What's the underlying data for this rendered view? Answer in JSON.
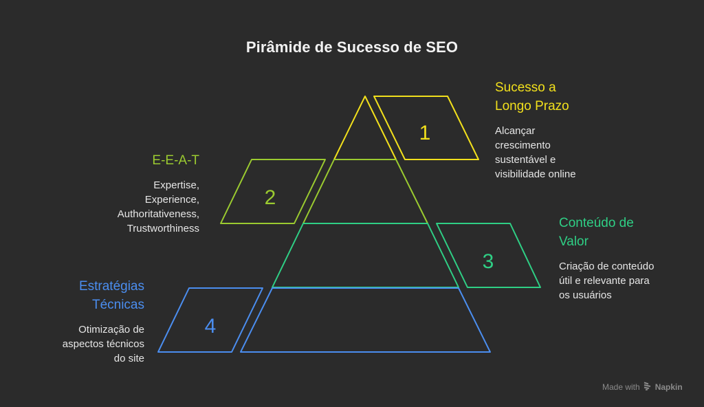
{
  "title": "Pirâmide de Sucesso de SEO",
  "colors": {
    "background": "#2b2b2b",
    "level1": "#f2e01c",
    "level2": "#9bcb30",
    "level3": "#2fcf85",
    "level4": "#4b8ef0"
  },
  "levels": [
    {
      "number": "1",
      "heading": "Sucesso a Longo Prazo",
      "heading_lines": [
        "Sucesso a",
        "Longo Prazo"
      ],
      "description_lines": [
        "Alcançar",
        "crescimento",
        "sustentável e",
        "visibilidade online"
      ]
    },
    {
      "number": "2",
      "heading": "E-E-A-T",
      "heading_lines": [
        "E-E-A-T"
      ],
      "description_lines": [
        "Expertise,",
        "Experience,",
        "Authoritativeness,",
        "Trustworthiness"
      ]
    },
    {
      "number": "3",
      "heading": "Conteúdo de Valor",
      "heading_lines": [
        "Conteúdo de",
        "Valor"
      ],
      "description_lines": [
        "Criação de conteúdo",
        "útil e relevante para",
        "os usuários"
      ]
    },
    {
      "number": "4",
      "heading": "Estratégias Técnicas",
      "heading_lines": [
        "Estratégias",
        "Técnicas"
      ],
      "description_lines": [
        "Otimização de",
        "aspectos técnicos",
        "do site"
      ]
    }
  ],
  "footer": {
    "made_with": "Made with",
    "brand": "Napkin",
    "logo_icon": "napkin-logo-icon"
  }
}
